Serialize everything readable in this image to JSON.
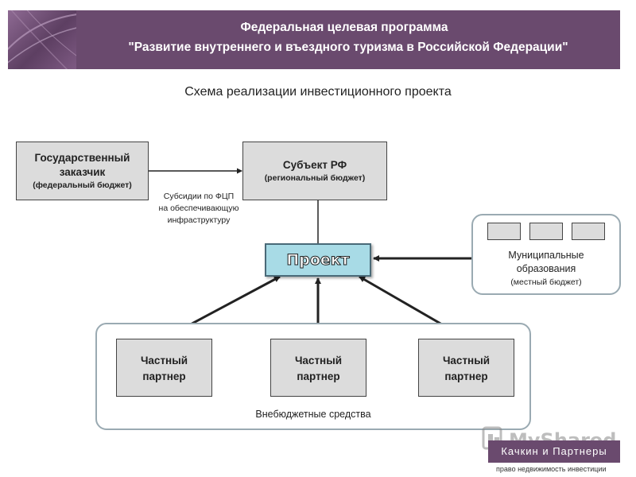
{
  "banner": {
    "line1": "Федеральная целевая программа",
    "line2": "\"Развитие внутреннего и въездного туризма в Российской Федерации\"",
    "color": "#6a4a6e"
  },
  "subtitle": "Схема реализации инвестиционного проекта",
  "gov_customer": {
    "line1": "Государственный",
    "line2": "заказчик",
    "line3": "(федеральный бюджет)"
  },
  "subject_rf": {
    "title": "Субъект РФ",
    "subtitle": "(региональный бюджет)"
  },
  "subsidies_label": {
    "line1": "Субсидии по ФЦП",
    "line2": "на обеспечивающую",
    "line3": "инфраструктуру"
  },
  "project": {
    "label": "Проект",
    "color": "#a8dbe6"
  },
  "municipal": {
    "line1": "Муниципальные",
    "line2": "образования",
    "line3": "(местный бюджет)"
  },
  "partners": [
    {
      "line1": "Частный",
      "line2": "партнер"
    },
    {
      "line1": "Частный",
      "line2": "партнер"
    },
    {
      "line1": "Частный",
      "line2": "партнер"
    }
  ],
  "offbudget_label": "Внебюджетные средства",
  "logo": {
    "text": "Качкин и Партнеры",
    "tagline": "право недвижимость инвестиции",
    "watermark": "MyShared"
  }
}
